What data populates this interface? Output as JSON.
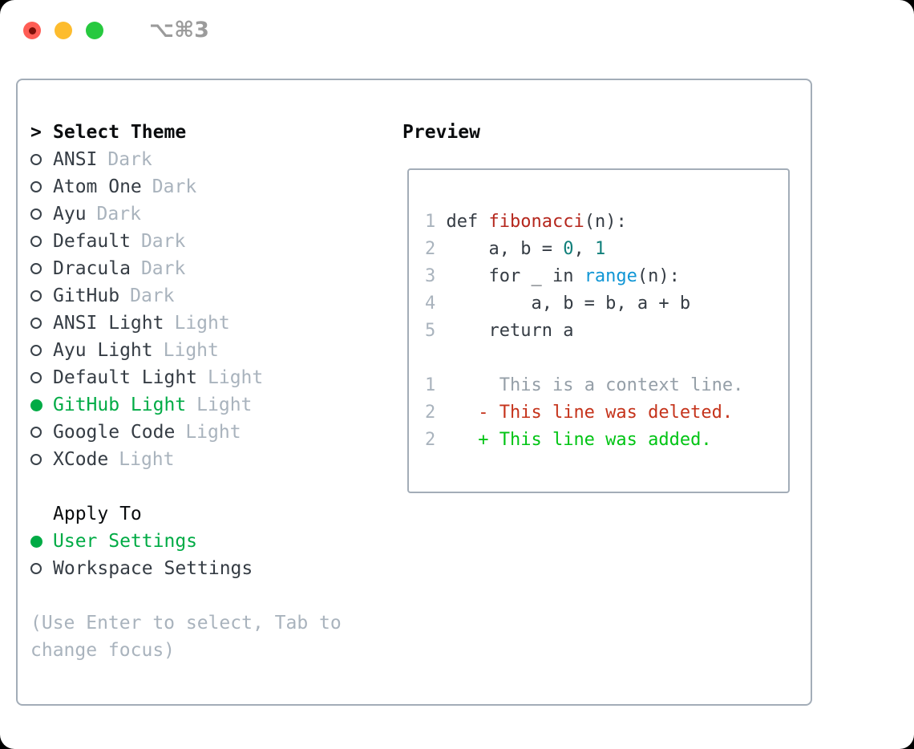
{
  "window": {
    "title": "⌥⌘3",
    "traffic_lights": [
      "close",
      "minimize",
      "zoom"
    ]
  },
  "colors": {
    "selection_green": "#00ab45",
    "added_green": "#00c414",
    "deleted_red": "#c5331b",
    "function_red": "#b5271d",
    "builtin_blue": "#1096d5",
    "number_teal": "#107f7a",
    "text_dark": "#353c44",
    "muted_gray": "#a9b3bd",
    "context_gray": "#959fa8",
    "border_gray": "#a3adb8"
  },
  "theme_panel": {
    "cursor": ">",
    "header": "Select Theme",
    "themes": [
      {
        "name": "ANSI",
        "tag": "Dark",
        "selected": false
      },
      {
        "name": "Atom One",
        "tag": "Dark",
        "selected": false
      },
      {
        "name": "Ayu",
        "tag": "Dark",
        "selected": false
      },
      {
        "name": "Default",
        "tag": "Dark",
        "selected": false
      },
      {
        "name": "Dracula",
        "tag": "Dark",
        "selected": false
      },
      {
        "name": "GitHub",
        "tag": "Dark",
        "selected": false
      },
      {
        "name": "ANSI Light",
        "tag": "Light",
        "selected": false
      },
      {
        "name": "Ayu Light",
        "tag": "Light",
        "selected": false
      },
      {
        "name": "Default Light",
        "tag": "Light",
        "selected": false
      },
      {
        "name": "GitHub Light",
        "tag": "Light",
        "selected": true
      },
      {
        "name": "Google Code",
        "tag": "Light",
        "selected": false
      },
      {
        "name": "XCode",
        "tag": "Light",
        "selected": false
      }
    ],
    "apply_to": {
      "header": "Apply To",
      "options": [
        {
          "name": "User Settings",
          "selected": true
        },
        {
          "name": "Workspace Settings",
          "selected": false
        }
      ]
    },
    "hint": "(Use Enter to select, Tab to change focus)"
  },
  "preview": {
    "header": "Preview",
    "code": [
      {
        "tokens": [
          {
            "s": "1 ",
            "c": "ln"
          },
          {
            "s": "def ",
            "c": "p"
          },
          {
            "s": "fibonacci",
            "c": "fn"
          },
          {
            "s": "(n):",
            "c": "p"
          }
        ]
      },
      {
        "tokens": [
          {
            "s": "2 ",
            "c": "ln"
          },
          {
            "s": "    a, b = ",
            "c": "p"
          },
          {
            "s": "0",
            "c": "num"
          },
          {
            "s": ", ",
            "c": "p"
          },
          {
            "s": "1",
            "c": "num"
          }
        ]
      },
      {
        "tokens": [
          {
            "s": "3 ",
            "c": "ln"
          },
          {
            "s": "    for _ in ",
            "c": "p"
          },
          {
            "s": "range",
            "c": "bi"
          },
          {
            "s": "(n):",
            "c": "p"
          }
        ]
      },
      {
        "tokens": [
          {
            "s": "4 ",
            "c": "ln"
          },
          {
            "s": "        a, b = b, a + b",
            "c": "p"
          }
        ]
      },
      {
        "tokens": [
          {
            "s": "5 ",
            "c": "ln"
          },
          {
            "s": "    return a",
            "c": "p"
          }
        ]
      }
    ],
    "diff": [
      {
        "tokens": [
          {
            "s": "1",
            "c": "ln"
          },
          {
            "s": "      ",
            "c": "p"
          },
          {
            "s": "This is a context line.",
            "c": "ctx"
          }
        ]
      },
      {
        "tokens": [
          {
            "s": "2",
            "c": "ln"
          },
          {
            "s": "    ",
            "c": "p"
          },
          {
            "s": "- This line was deleted.",
            "c": "del"
          }
        ]
      },
      {
        "tokens": [
          {
            "s": "2",
            "c": "ln"
          },
          {
            "s": "    ",
            "c": "p"
          },
          {
            "s": "+ This line was added.",
            "c": "add"
          }
        ]
      }
    ]
  }
}
